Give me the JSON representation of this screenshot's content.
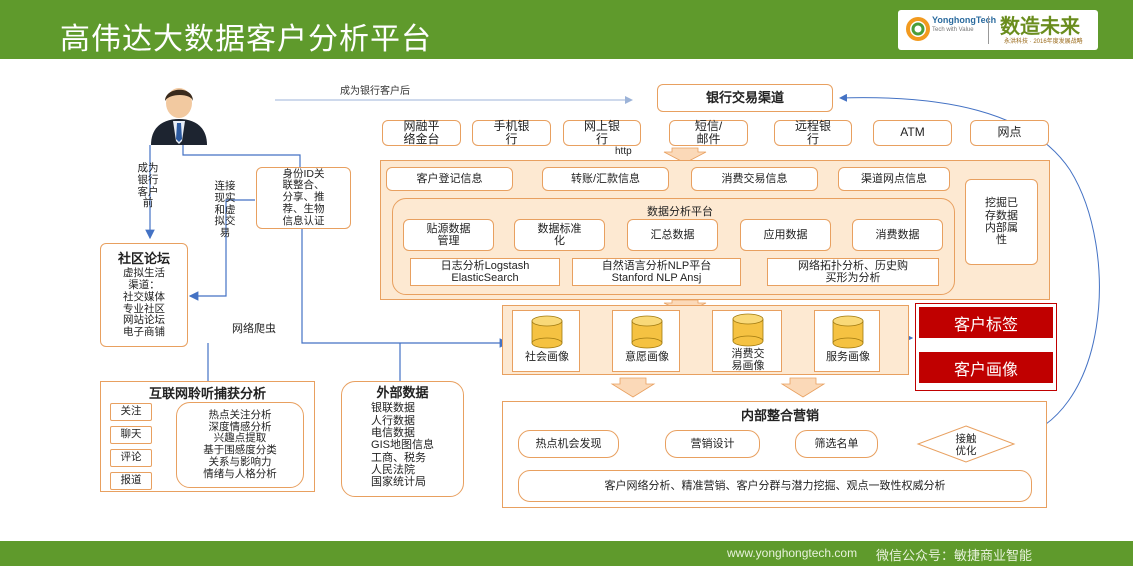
{
  "header": {
    "title": "高伟达大数据客户分析平台",
    "logo_brand": "YonghongTech",
    "logo_tag": "Tech with Value",
    "logo_slogan": "数造未来",
    "logo_slogan_sub": "永洪科技 · 2016年度发展战略"
  },
  "footer": {
    "url": "www.yonghongtech.com",
    "wechat": "微信公众号：敏捷商业智能"
  },
  "user": {
    "note_top": "成为银行客户后",
    "note_left": "成为\n银行\n客户\n前",
    "note_mid": "连接\n现实\n和虚\n拟交\n易",
    "identity_box": "身份ID关\n联整合、\n分享、推\n荐、生物\n信息认证",
    "crawler": "网络爬虫"
  },
  "community": {
    "title": "社区论坛",
    "body": "虚拟生活\n渠道：\n社交媒体\n专业社区\n网站论坛\n电子商铺"
  },
  "channels": {
    "title": "银行交易渠道",
    "http": "http",
    "items": [
      "网融平\n络金台",
      "手机银\n行",
      "网上银\n行",
      "短信/\n邮件",
      "远程银\n行",
      "ATM",
      "网点"
    ]
  },
  "platform": {
    "top_items": [
      "客户登记信息",
      "转账/汇款信息",
      "消费交易信息",
      "渠道网点信息"
    ],
    "side": "挖掘已\n存数据\n内部属\n性",
    "inner_title": "数据分析平台",
    "inner_items": [
      "贴源数据\n管理",
      "数据标准\n化",
      "汇总数据",
      "应用数据",
      "消费数据"
    ],
    "tech_items": [
      "日志分析Logstash\nElasticSearch",
      "自然语言分析NLP平台\nStanford NLP Ansj",
      "网络拓扑分析、历史购\n买形为分析"
    ]
  },
  "portraits": {
    "items": [
      "社会画像",
      "意愿画像",
      "消费交\n易画像",
      "服务画像"
    ],
    "tags": [
      "客户标签",
      "客户画像"
    ]
  },
  "internet": {
    "title": "互联网聆听捕获分析",
    "side_items": [
      "关注",
      "聊天",
      "评论",
      "报道"
    ],
    "analysis": "热点关注分析\n深度情感分析\n兴趣点提取\n基于围感度分类\n关系与影响力\n情绪与人格分析"
  },
  "external": {
    "title": "外部数据",
    "body": "银联数据\n人行数据\n电信数据\nGIS地图信息\n工商、税务\n人民法院\n国家统计局"
  },
  "marketing": {
    "title": "内部整合营销",
    "steps": [
      "热点机会发现",
      "营销设计",
      "筛选名单",
      "接触\n优化"
    ],
    "summary": "客户网络分析、精准营销、客户分群与潜力挖掘、观点一致性权威分析"
  },
  "colors": {
    "header_green": "#5f9a2c",
    "panel_peach": "#fde9d2",
    "border_orange": "#e8a060",
    "tag_red": "#c00000",
    "line_blue": "#4472c4",
    "cylinder_gold": "#f5c242"
  }
}
